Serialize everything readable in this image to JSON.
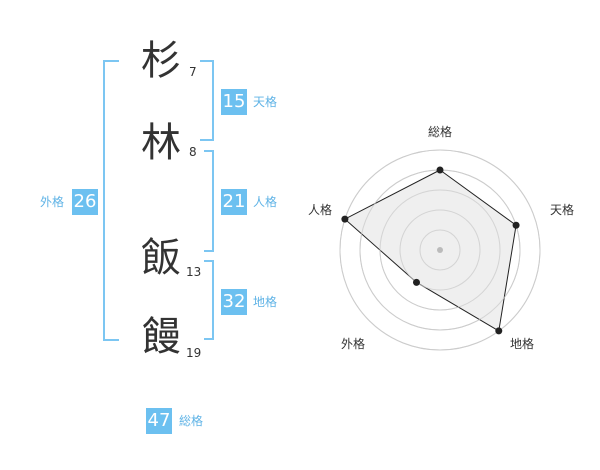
{
  "characters": [
    {
      "kanji": "杉",
      "strokes": "7"
    },
    {
      "kanji": "林",
      "strokes": "8"
    },
    {
      "kanji": "飯",
      "strokes": "13"
    },
    {
      "kanji": "饅",
      "strokes": "19"
    }
  ],
  "scores": {
    "tenkaku": {
      "value": "15",
      "label": "天格"
    },
    "jinkaku": {
      "value": "21",
      "label": "人格"
    },
    "chikaku": {
      "value": "32",
      "label": "地格"
    },
    "gaikaku": {
      "value": "26",
      "label": "外格"
    },
    "soukaku": {
      "value": "47",
      "label": "総格"
    }
  },
  "radar": {
    "axes": [
      "総格",
      "天格",
      "地格",
      "外格",
      "人格"
    ],
    "levels": 5,
    "values": [
      4,
      4,
      5,
      2,
      5
    ],
    "colors": {
      "fill": "#ececec",
      "line": "#222222",
      "grid": "#cccccc",
      "center": "#bbbbbb"
    }
  },
  "colors": {
    "accent": "#6cc0f0",
    "bracket": "#7cc6f2",
    "label": "#5fb3e6"
  }
}
